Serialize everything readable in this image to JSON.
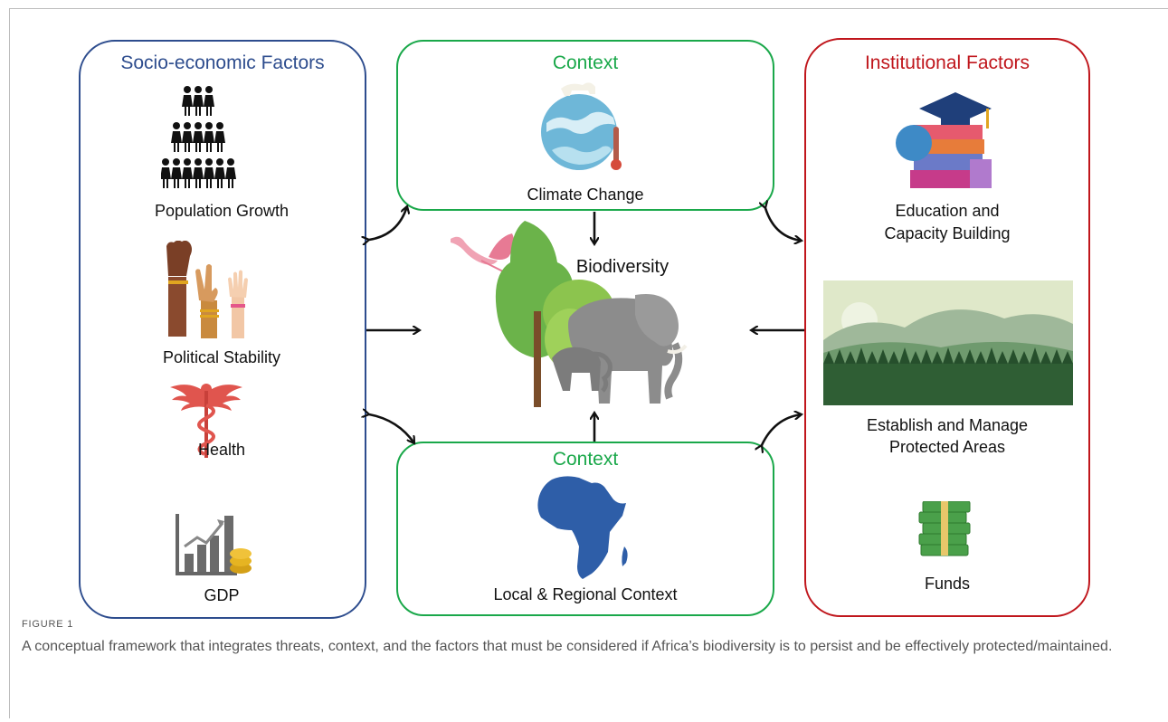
{
  "left_box": {
    "title": "Socio-economic Factors",
    "items": [
      "Population Growth",
      "Political Stability",
      "Health",
      "GDP"
    ]
  },
  "top_box": {
    "title": "Context",
    "item": "Climate Change"
  },
  "bottom_box": {
    "title": "Context",
    "item": "Local & Regional Context"
  },
  "right_box": {
    "title": "Institutional Factors",
    "items": [
      "Education and",
      "Capacity Building",
      "Establish and Manage",
      "Protected Areas",
      "Funds"
    ]
  },
  "center": {
    "label": "Biodiversity"
  },
  "caption": {
    "figure": "FIGURE 1",
    "text": "A conceptual framework that integrates threats, context, and the factors that must be considered if Africa’s biodiversity is to persist and be effectively protected/maintained."
  },
  "colors": {
    "socio": "#2e4d8e",
    "context": "#1aa84a",
    "institutional": "#c0161c"
  },
  "icons": [
    "people-pyramid-icon",
    "raised-hands-icon",
    "caduceus-icon",
    "gdp-chart-icon",
    "globe-polar-bear-icon",
    "africa-map-icon",
    "books-graduation-icon",
    "forest-landscape-icon",
    "money-stack-icon",
    "flamingo-icon",
    "tree-icon",
    "elephant-icon"
  ]
}
